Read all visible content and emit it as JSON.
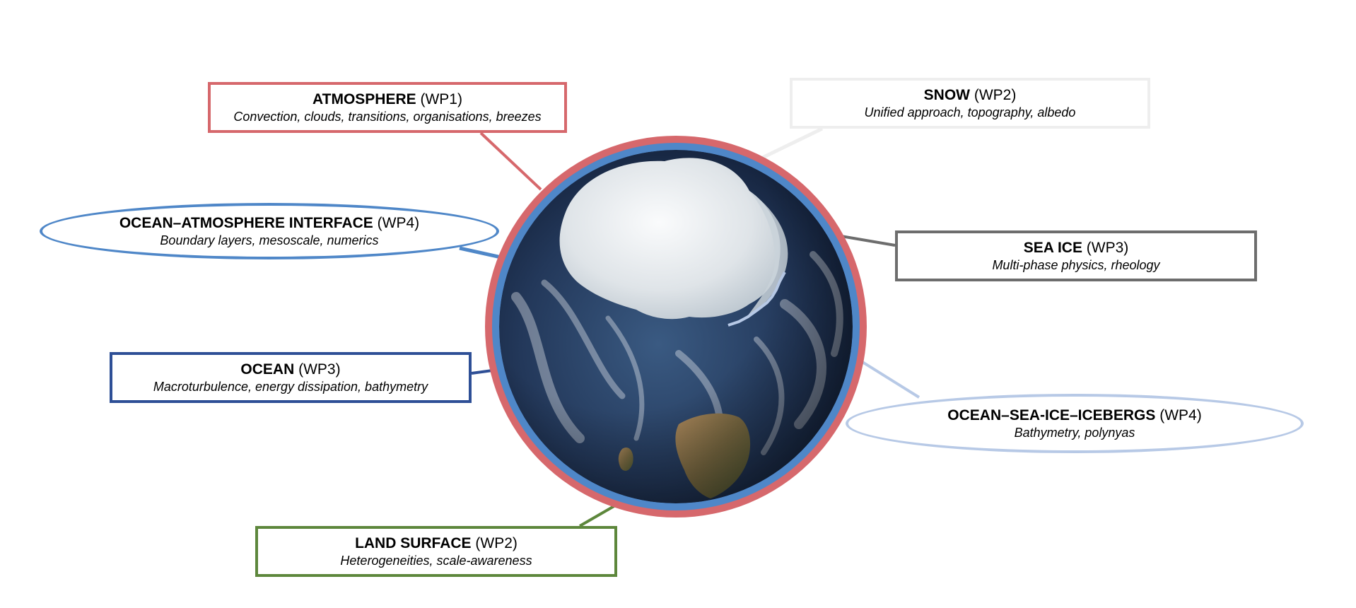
{
  "colors": {
    "atmosphere": "#d6686c",
    "snow": "#eeeeee",
    "ocean_atmosphere_interface": "#4f87c8",
    "sea_ice": "#6d6d6d",
    "ocean": "#2e4f96",
    "ocean_sea_ice_icebergs": "#b7c9e6",
    "land_surface": "#5d873c",
    "globe_outer_ring": "#d6686c",
    "globe_inner_ring": "#4f87c8"
  },
  "labels": {
    "atmosphere": {
      "title": "ATMOSPHERE",
      "wp": "(WP1)",
      "subtitle": "Convection, clouds, transitions, organisations, breezes"
    },
    "snow": {
      "title": "SNOW",
      "wp": "(WP2)",
      "subtitle": "Unified approach, topography, albedo"
    },
    "ocean_atmosphere_interface": {
      "title": "OCEAN–ATMOSPHERE INTERFACE",
      "wp": "(WP4)",
      "subtitle": "Boundary layers, mesoscale, numerics"
    },
    "sea_ice": {
      "title": "SEA ICE",
      "wp": "(WP3)",
      "subtitle": "Multi-phase physics, rheology"
    },
    "ocean": {
      "title": "OCEAN",
      "wp": "(WP3)",
      "subtitle": "Macroturbulence, energy dissipation, bathymetry"
    },
    "ocean_sea_ice_icebergs": {
      "title": "OCEAN–SEA-ICE–ICEBERGS",
      "wp": "(WP4)",
      "subtitle": "Bathymetry, polynyas"
    },
    "land_surface": {
      "title": "LAND SURFACE",
      "wp": "(WP2)",
      "subtitle": "Heterogeneities, scale-awareness"
    }
  }
}
